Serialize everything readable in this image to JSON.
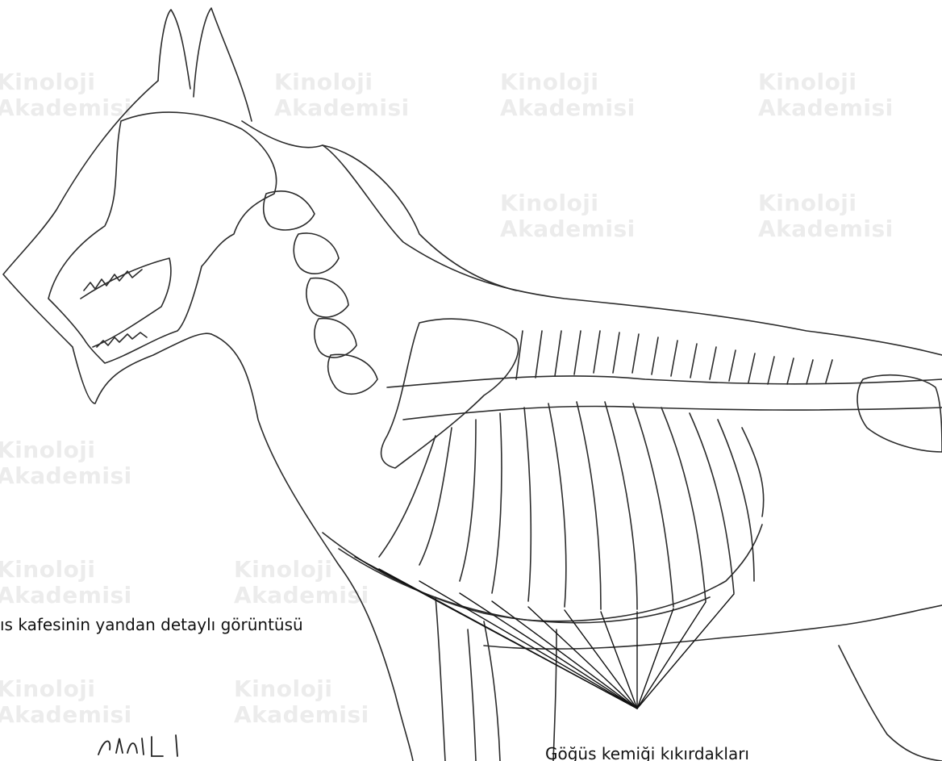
{
  "watermark": {
    "line1": "Kinoloji",
    "line2": "Akademisi"
  },
  "caption": "ıs kafesinin yandan detaylı görüntüsü",
  "sternum_label": "Göğüs kemiği kıkırdakları",
  "colors": {
    "line": "#2b2b2b",
    "watermark": "#ececec",
    "text": "#111111"
  }
}
